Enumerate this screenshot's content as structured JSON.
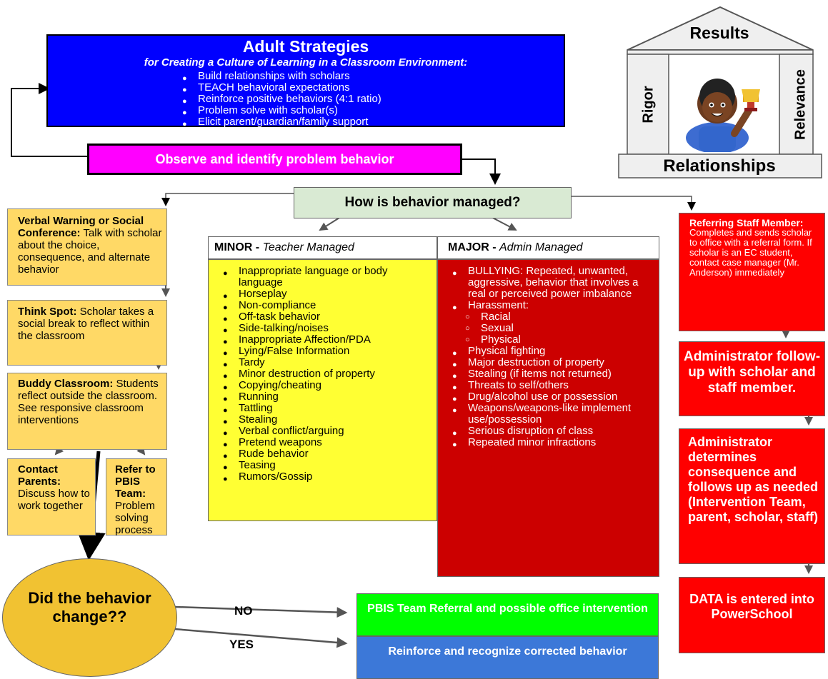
{
  "adult_strategies": {
    "title": "Adult Strategies",
    "subtitle": "for Creating a Culture of Learning in a Classroom Environment:",
    "items": [
      "Build relationships with scholars",
      "TEACH behavioral expectations",
      "Reinforce positive behaviors (4:1 ratio)",
      "Problem solve with scholar(s)",
      "Elicit parent/guardian/family support"
    ]
  },
  "building": {
    "top": "Results",
    "left": "Rigor",
    "right": "Relevance",
    "base": "Relationships"
  },
  "observe": "Observe and identify problem behavior",
  "question_manage": "How is behavior managed?",
  "left_column": {
    "verbal": {
      "title": "Verbal Warning or Social Conference:",
      "text": "Talk with scholar about the choice, consequence, and alternate behavior"
    },
    "think": {
      "title": "Think Spot:",
      "text": "Scholar takes a social break to reflect within the classroom"
    },
    "buddy": {
      "title": "Buddy Classroom:",
      "text": "Students reflect outside the classroom.  See responsive classroom interventions"
    },
    "contact": {
      "title": "Contact Parents:",
      "text": "Discuss how to work together"
    },
    "refer": {
      "title": "Refer to PBIS Team:",
      "text": "Problem solving process"
    }
  },
  "minor": {
    "label": "MINOR -",
    "sub": "Teacher Managed",
    "items": [
      "Inappropriate language or body language",
      "Horseplay",
      "Non-compliance",
      "Off-task behavior",
      "Side-talking/noises",
      "Inappropriate Affection/PDA",
      "Lying/False Information",
      "Tardy",
      "Minor destruction of property",
      "Copying/cheating",
      "Running",
      "Tattling",
      "Stealing",
      "Verbal conflict/arguing",
      "Pretend weapons",
      "Rude behavior",
      "Teasing",
      "Rumors/Gossip"
    ]
  },
  "major": {
    "label": "MAJOR -",
    "sub": "Admin Managed",
    "items_a": [
      "BULLYING:  Repeated, unwanted, aggressive, behavior that involves a real or perceived power imbalance",
      "Harassment:"
    ],
    "sub_items": [
      "Racial",
      "Sexual",
      "Physical"
    ],
    "items_b": [
      "Physical fighting",
      "Major destruction of property",
      "Stealing (if items not returned)",
      "Threats to self/others",
      "Drug/alcohol use or possession",
      "Weapons/weapons-like implement use/possession",
      "Serious disruption of class",
      "Repeated minor infractions"
    ]
  },
  "right_column": {
    "referring_title": "Referring Staff Member:",
    "referring_text": "Completes and sends scholar to office with a referral form. If scholar is an EC student, contact case manager (Mr. Anderson) immediately",
    "admin_followup": "Administrator follow-up with scholar and staff member.",
    "admin_determines": "Administrator determines consequence and follows up as needed (Intervention Team, parent, scholar, staff)",
    "data": "DATA is entered into PowerSchool"
  },
  "question_change": "Did the behavior change??",
  "no": "NO",
  "yes": "YES",
  "pbis_referral": "PBIS Team Referral and possible office intervention",
  "reinforce": "Reinforce and recognize corrected behavior",
  "colors": {
    "adult": "#0000ff",
    "observe": "#ff00ff",
    "how": "#d9ead3",
    "orange": "#ffd966",
    "minor": "#ffff33",
    "major": "#cc0000",
    "red": "#ff0000",
    "pbis": "#00ff00",
    "reinforce": "#3c78d8",
    "question": "#f1c232"
  }
}
